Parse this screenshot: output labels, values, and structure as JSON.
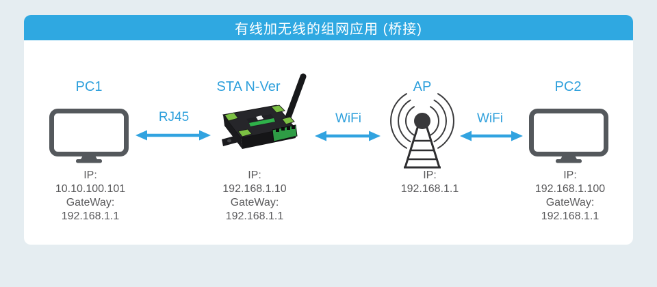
{
  "colors": {
    "background": "#e5edf1",
    "card": "#ffffff",
    "header_blue": "#2fa8e1",
    "accent_blue": "#2fa0dc",
    "monitor_gray": "#54585c",
    "info_gray": "#59595b",
    "device_green": "#7cc143",
    "terminal_green": "#2e9c45"
  },
  "header": {
    "title": "有线加无线的组网应用 (桥接)"
  },
  "nodes": {
    "pc1": {
      "label": "PC1",
      "icon": "monitor",
      "info": [
        "IP:",
        "10.10.100.101",
        "GateWay:",
        "192.168.1.1"
      ]
    },
    "sta": {
      "label": "STA N-Ver",
      "icon": "wifi-serial-device",
      "info": [
        "IP:",
        "192.168.1.10",
        "GateWay:",
        "192.168.1.1"
      ]
    },
    "ap": {
      "label": "AP",
      "icon": "antenna-tower",
      "info": [
        "IP:",
        "192.168.1.1"
      ]
    },
    "pc2": {
      "label": "PC2",
      "icon": "monitor",
      "info": [
        "IP:",
        "192.168.1.100",
        "GateWay:",
        "192.168.1.1"
      ]
    }
  },
  "links": {
    "pc1_sta": {
      "label": "RJ45"
    },
    "sta_ap": {
      "label": "WiFi"
    },
    "ap_pc2": {
      "label": "WiFi"
    }
  }
}
